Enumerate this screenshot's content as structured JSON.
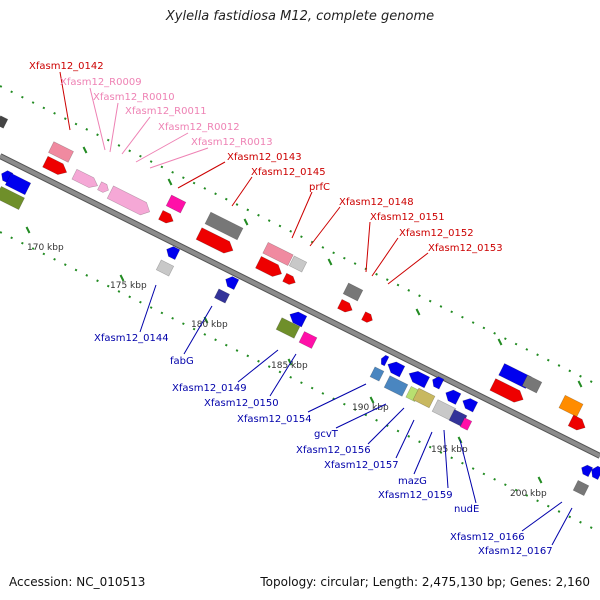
{
  "title": "Xylella fastidiosa M12, complete genome",
  "footer": {
    "accession": "Accession: NC_010513",
    "topology": "Topology: circular; Length: 2,475,130 bp; Genes: 2,160"
  },
  "colors": {
    "backbone": "#8c8c8c",
    "tick": "#228b22",
    "label_forward": "#cc0000",
    "label_rna": "#ee82b4",
    "label_reverse": "#0000aa",
    "gene_red": "#ee0000",
    "gene_pink": "#f08aa0",
    "gene_rna": "#f5a8d6",
    "gene_grey": "#777777",
    "gene_lightgrey": "#c8c8c8",
    "gene_blue": "#0000ee",
    "gene_magenta": "#ff10a8",
    "gene_olive": "#6f8f2a",
    "gene_steel": "#4a86c0",
    "gene_khaki": "#c8b860",
    "gene_navy": "#333399"
  },
  "kbp_labels": [
    "170 kbp",
    "175 kbp",
    "180 kbp",
    "185 kbp",
    "190 kbp",
    "195 kbp",
    "200 kbp"
  ],
  "forward_labels": [
    "Xfasm12_0142",
    "Xfasm12_0143",
    "Xfasm12_0145",
    "prfC",
    "Xfasm12_0148",
    "Xfasm12_0151",
    "Xfasm12_0152",
    "Xfasm12_0153"
  ],
  "rna_labels": [
    "Xfasm12_R0009",
    "Xfasm12_R0010",
    "Xfasm12_R0011",
    "Xfasm12_R0012",
    "Xfasm12_R0013"
  ],
  "reverse_labels": [
    "Xfasm12_0144",
    "fabG",
    "Xfasm12_0149",
    "Xfasm12_0150",
    "Xfasm12_0154",
    "gcvT",
    "Xfasm12_0156",
    "Xfasm12_0157",
    "mazG",
    "Xfasm12_0159",
    "nudE",
    "Xfasm12_0166",
    "Xfasm12_0167"
  ]
}
